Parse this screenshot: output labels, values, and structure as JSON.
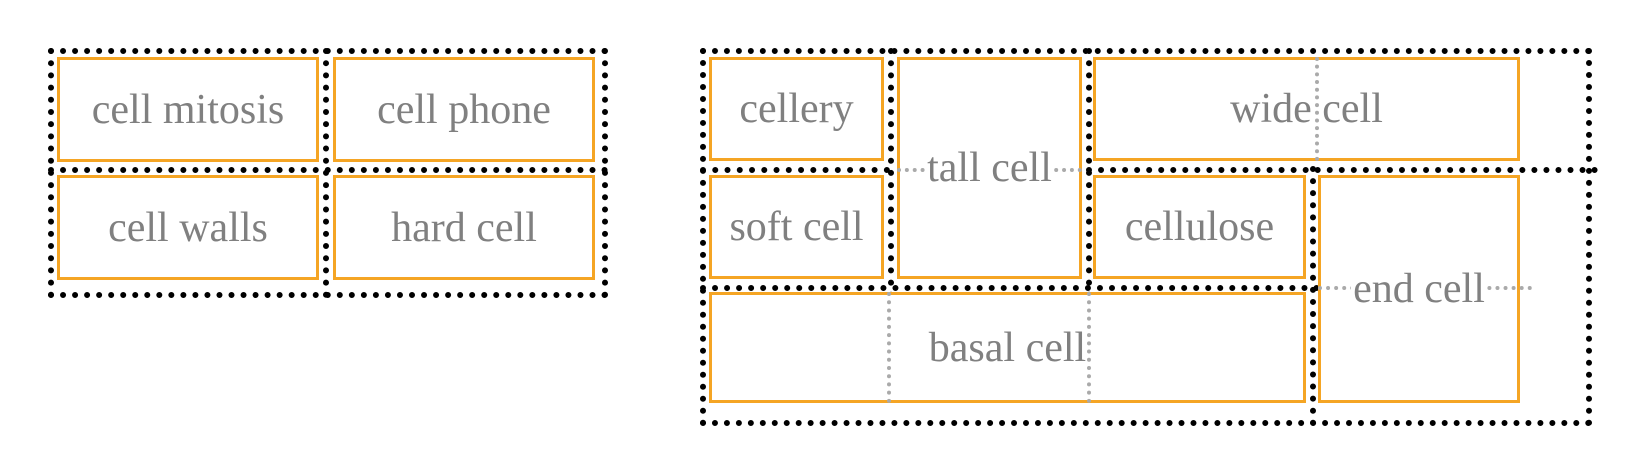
{
  "colors": {
    "grid_outline": "#000000",
    "cell_border": "#f5a524",
    "cell_text": "#808080",
    "implicit_line": "#aaaaaa"
  },
  "simple_grid": {
    "cells": [
      "cell mitosis",
      "cell phone",
      "cell walls",
      "hard cell"
    ]
  },
  "complex_grid": {
    "cells": {
      "cellery": "cellery",
      "tall_cell": "tall cell",
      "wide_cell": "wide cell",
      "soft_cell": "soft cell",
      "cellulose": "cellulose",
      "end_cell": "end cell",
      "basal_cell": "basal cell"
    }
  }
}
